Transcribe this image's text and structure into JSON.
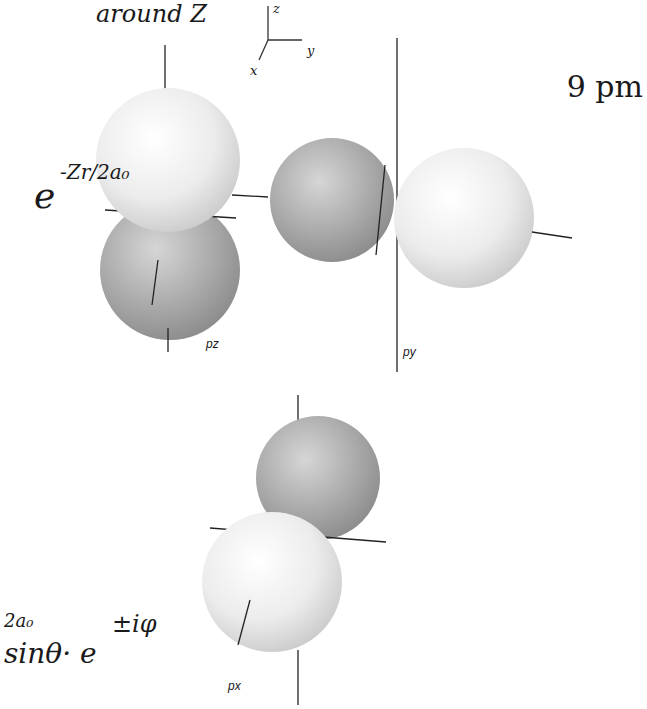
{
  "diagram": {
    "labels": [
      "around Z",
      "z",
      "y",
      "x",
      "pz",
      "py",
      "px",
      "9 pm",
      "e",
      "-Zr/2a₀",
      "2a₀",
      "sinθ· e",
      "±iφ"
    ]
  }
}
